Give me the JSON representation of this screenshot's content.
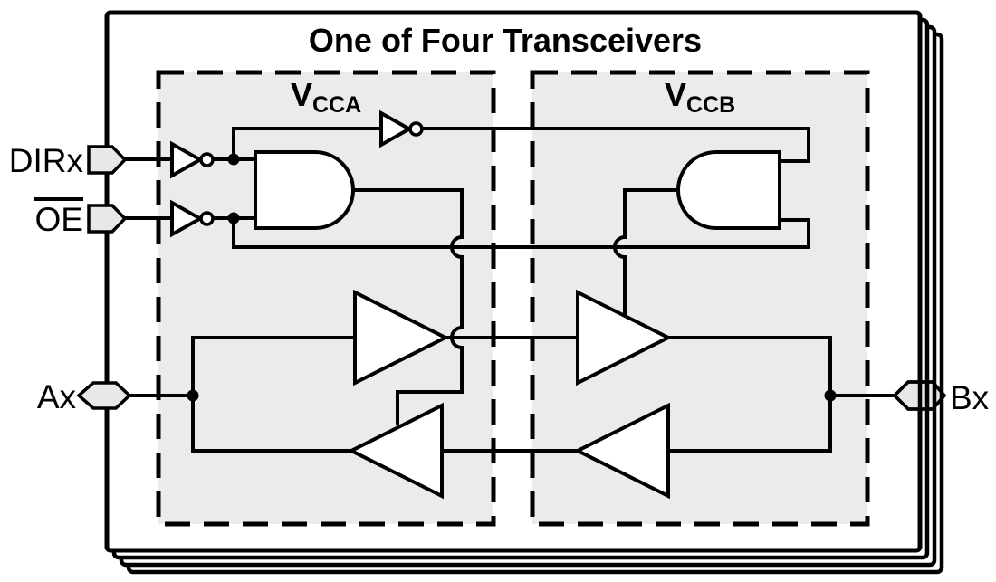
{
  "title": "One of Four Transceivers",
  "domains": {
    "vcca": {
      "main": "V",
      "sub": "CCA"
    },
    "vccb": {
      "main": "V",
      "sub": "CCB"
    }
  },
  "pins": {
    "dirx": "DIRx",
    "oe": "OE",
    "ax": "Ax",
    "bx": "Bx"
  },
  "colors": {
    "line": "#000000",
    "text": "#000000",
    "domain_fill": "#ebebeb",
    "pin_fill": "#e8e8e8",
    "gate_fill": "#ffffff",
    "background": "#ffffff"
  }
}
